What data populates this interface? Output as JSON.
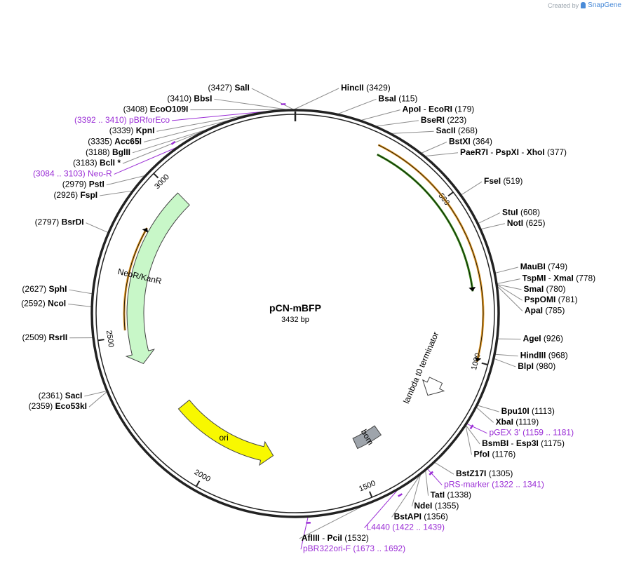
{
  "header": {
    "created_by": "Created by",
    "brand": "SnapGene"
  },
  "plasmid": {
    "name": "pCN-mBFP",
    "length_label": "3432 bp",
    "total_bp": 3432
  },
  "colors": {
    "backbone": "#222222",
    "site_line": "#8c8c8c",
    "primer": "#9b2fd6",
    "orf_fill": "#c8f7c8",
    "orf_stroke": "#444444",
    "ori_fill": "#f8f800",
    "bom_fill": "#9ea4ab",
    "terminator_fill": "#ffffff",
    "arrow_green": "#3a8a1a",
    "arrow_orange": "#e09a2a"
  },
  "ticks": [
    {
      "bp": 500,
      "label": "500"
    },
    {
      "bp": 1000,
      "label": "1000"
    },
    {
      "bp": 1500,
      "label": "1500"
    },
    {
      "bp": 2000,
      "label": "2000"
    },
    {
      "bp": 2500,
      "label": "2500"
    },
    {
      "bp": 3000,
      "label": "3000"
    }
  ],
  "features": [
    {
      "name": "NeoR/KanR",
      "type": "orf",
      "start": 2400,
      "end": 3010,
      "dir": -1,
      "color": "#c8f7c8"
    },
    {
      "name": "ori",
      "type": "ori",
      "start": 1800,
      "end": 2200,
      "dir": -1,
      "color": "#f8f800"
    },
    {
      "name": "bom",
      "type": "misc",
      "start": 1380,
      "end": 1480,
      "dir": 0,
      "color": "#9ea4ab"
    },
    {
      "name": "lambda t0 terminator",
      "type": "terminator",
      "start": 1100,
      "end": 1160,
      "dir": 1,
      "color": "#ffffff"
    }
  ],
  "inner_arrows": [
    {
      "start": 260,
      "end": 790,
      "dir": 1,
      "radius": 255,
      "color": "#3a8a1a"
    },
    {
      "start": 250,
      "end": 1000,
      "dir": 1,
      "radius": 268,
      "color": "#e09a2a"
    },
    {
      "start": 2540,
      "end": 3010,
      "dir": 1,
      "radius": 228,
      "color": "#3a8a1a"
    },
    {
      "start": 2520,
      "end": 2860,
      "dir": 1,
      "radius": 244,
      "color": "#e09a2a"
    }
  ],
  "sites": [
    {
      "name": "SalI",
      "pos": "(3427)",
      "bp": 3427,
      "side": "left"
    },
    {
      "name": "BbsI",
      "pos": "(3410)",
      "bp": 3410,
      "side": "left"
    },
    {
      "name": "EcoO109I",
      "pos": "(3408)",
      "bp": 3408,
      "side": "left"
    },
    {
      "name": "pBRforEco",
      "pos": "(3392 .. 3410)",
      "bp": 3401,
      "side": "left",
      "primer": true
    },
    {
      "name": "KpnI",
      "pos": "(3339)",
      "bp": 3339,
      "side": "left"
    },
    {
      "name": "Acc65I",
      "pos": "(3335)",
      "bp": 3335,
      "side": "left"
    },
    {
      "name": "BglII",
      "pos": "(3188)",
      "bp": 3188,
      "side": "left"
    },
    {
      "name": "BclI *",
      "pos": "(3183)",
      "bp": 3183,
      "side": "left"
    },
    {
      "name": "Neo-R",
      "pos": "(3084 .. 3103)",
      "bp": 3093,
      "side": "left",
      "primer": true
    },
    {
      "name": "PstI",
      "pos": "(2979)",
      "bp": 2979,
      "side": "left"
    },
    {
      "name": "FspI",
      "pos": "(2926)",
      "bp": 2926,
      "side": "left"
    },
    {
      "name": "BsrDI",
      "pos": "(2797)",
      "bp": 2797,
      "side": "left"
    },
    {
      "name": "SphI",
      "pos": "(2627)",
      "bp": 2627,
      "side": "left"
    },
    {
      "name": "NcoI",
      "pos": "(2592)",
      "bp": 2592,
      "side": "left"
    },
    {
      "name": "RsrII",
      "pos": "(2509)",
      "bp": 2509,
      "side": "left"
    },
    {
      "name": "SacI",
      "pos": "(2361)",
      "bp": 2361,
      "side": "left"
    },
    {
      "name": "Eco53kI",
      "pos": "(2359)",
      "bp": 2359,
      "side": "left"
    },
    {
      "name": "HincII",
      "pos": "(3429)",
      "bp": 3429,
      "side": "right"
    },
    {
      "name": "BsaI",
      "pos": "(115)",
      "bp": 115,
      "side": "right"
    },
    {
      "name": "ApoI",
      "name2": "EcoRI",
      "pos": "(179)",
      "bp": 179,
      "side": "right"
    },
    {
      "name": "BseRI",
      "pos": "(223)",
      "bp": 223,
      "side": "right"
    },
    {
      "name": "SacII",
      "pos": "(268)",
      "bp": 268,
      "side": "right"
    },
    {
      "name": "BstXI",
      "pos": "(364)",
      "bp": 364,
      "side": "right"
    },
    {
      "name": "PaeR7I",
      "name2": "PspXI",
      "name3": "XhoI",
      "pos": "(377)",
      "bp": 377,
      "side": "right"
    },
    {
      "name": "FseI",
      "pos": "(519)",
      "bp": 519,
      "side": "right"
    },
    {
      "name": "StuI",
      "pos": "(608)",
      "bp": 608,
      "side": "right"
    },
    {
      "name": "NotI",
      "pos": "(625)",
      "bp": 625,
      "side": "right"
    },
    {
      "name": "MauBI",
      "pos": "(749)",
      "bp": 749,
      "side": "right"
    },
    {
      "name": "TspMI",
      "name2": "XmaI",
      "pos": "(778)",
      "bp": 778,
      "side": "right"
    },
    {
      "name": "SmaI",
      "pos": "(780)",
      "bp": 780,
      "side": "right"
    },
    {
      "name": "PspOMI",
      "pos": "(781)",
      "bp": 781,
      "side": "right"
    },
    {
      "name": "ApaI",
      "pos": "(785)",
      "bp": 785,
      "side": "right"
    },
    {
      "name": "AgeI",
      "pos": "(926)",
      "bp": 926,
      "side": "right"
    },
    {
      "name": "HindIII",
      "pos": "(968)",
      "bp": 968,
      "side": "right"
    },
    {
      "name": "BlpI",
      "pos": "(980)",
      "bp": 980,
      "side": "right"
    },
    {
      "name": "Bpu10I",
      "pos": "(1113)",
      "bp": 1113,
      "side": "right"
    },
    {
      "name": "XbaI",
      "pos": "(1119)",
      "bp": 1119,
      "side": "right"
    },
    {
      "name": "BsmBI",
      "name2": "Esp3I",
      "pos": "(1175)",
      "bp": 1175,
      "side": "right"
    },
    {
      "name": "PfoI",
      "pos": "(1176)",
      "bp": 1176,
      "side": "right"
    },
    {
      "name": "pGEX 3'",
      "pos": "(1159 .. 1181)",
      "bp": 1170,
      "side": "right",
      "primer": true
    },
    {
      "name": "BstZ17I",
      "pos": "(1305)",
      "bp": 1305,
      "side": "right"
    },
    {
      "name": "pRS-marker",
      "pos": "(1322 .. 1341)",
      "bp": 1331,
      "side": "right",
      "primer": true
    },
    {
      "name": "TatI",
      "pos": "(1338)",
      "bp": 1338,
      "side": "right"
    },
    {
      "name": "NdeI",
      "pos": "(1355)",
      "bp": 1355,
      "side": "right"
    },
    {
      "name": "BstAPI",
      "pos": "(1356)",
      "bp": 1356,
      "side": "right"
    },
    {
      "name": "L4440",
      "pos": "(1422 .. 1439)",
      "bp": 1430,
      "side": "right",
      "primer": true
    },
    {
      "name": "AflIII",
      "name2": "PciI",
      "pos": "(1532)",
      "bp": 1532,
      "side": "right"
    },
    {
      "name": "pBR322ori-F",
      "pos": "(1673 .. 1692)",
      "bp": 1682,
      "side": "right",
      "primer": true
    }
  ]
}
